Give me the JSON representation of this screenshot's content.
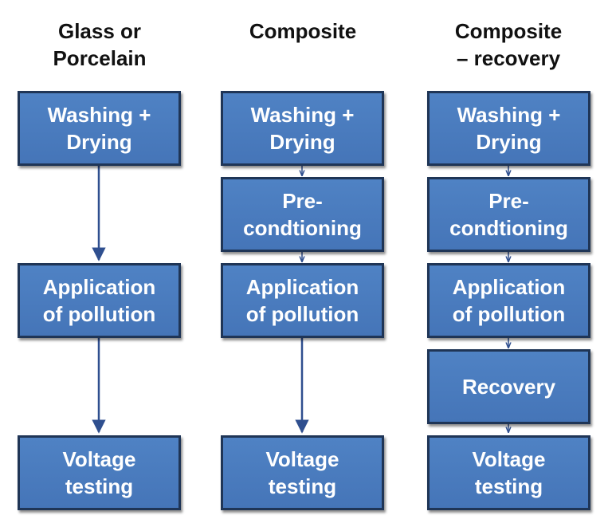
{
  "columns": [
    {
      "title": "Glass or\nPorcelain",
      "steps": [
        "Washing +\nDrying",
        "Application\nof pollution",
        "Voltage\ntesting"
      ]
    },
    {
      "title": "Composite",
      "steps": [
        "Washing +\nDrying",
        "Pre-\ncondtioning",
        "Application\nof pollution",
        "Voltage\ntesting"
      ]
    },
    {
      "title": "Composite\n– recovery",
      "steps": [
        "Washing +\nDrying",
        "Pre-\ncondtioning",
        "Application\nof pollution",
        "Recovery",
        "Voltage\ntesting"
      ]
    }
  ],
  "colors": {
    "box_fill": "#4f82c4",
    "box_border": "#1f3556",
    "arrow": "#2f4f8f",
    "text": "#ffffff"
  }
}
